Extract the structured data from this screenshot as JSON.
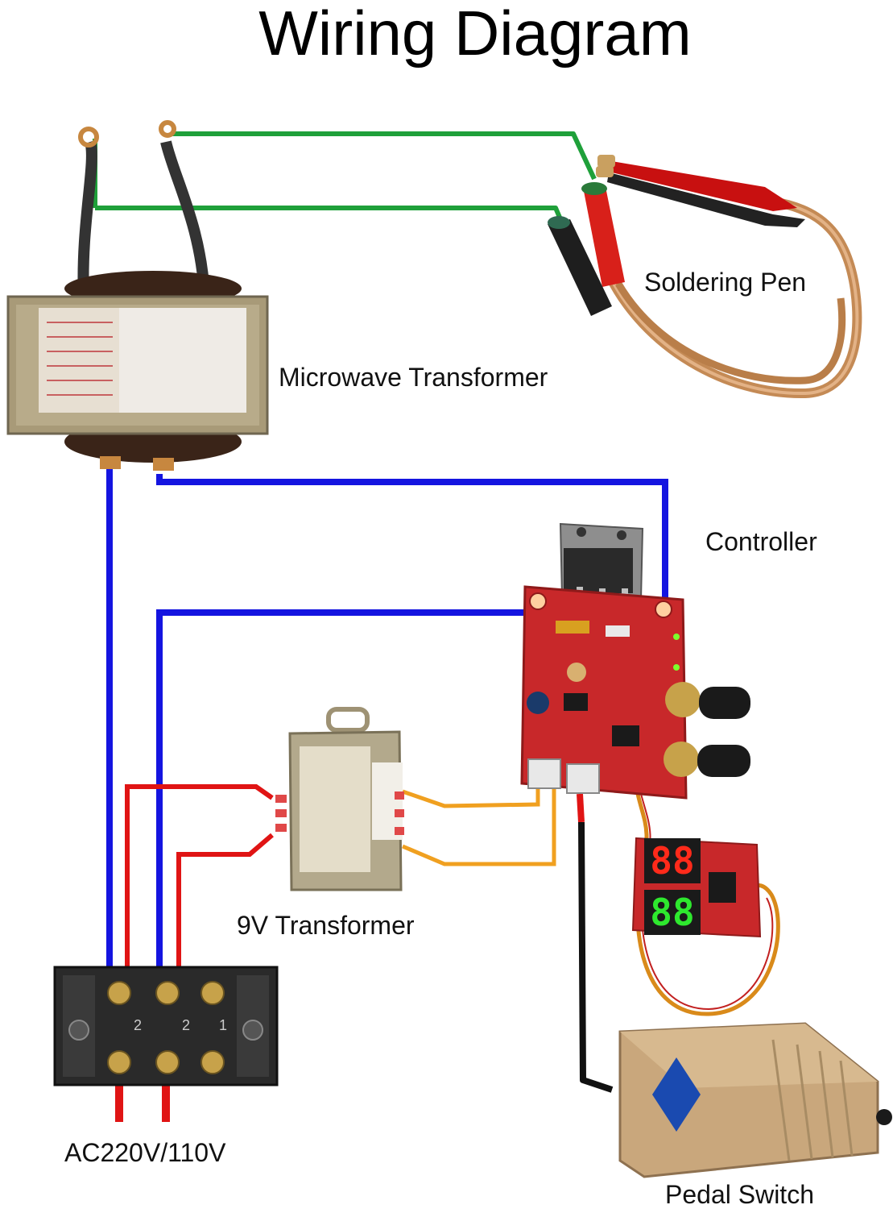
{
  "title": "Wiring Diagram",
  "components": {
    "soldering_pen": "Soldering Pen",
    "microwave_transformer": "Microwave Transformer",
    "controller": "Controller",
    "transformer_9v": "9V Transformer",
    "power_input": "AC220V/110V",
    "pedal_switch": "Pedal Switch"
  },
  "display_readout": {
    "top": "88",
    "bottom": "88"
  },
  "terminal_numbers": [
    "2",
    "2",
    "1"
  ],
  "colors": {
    "pen_wire": "#1fa03a",
    "primary_wire": "#1414e0",
    "mains_wire": "#e01414",
    "low_voltage_wire": "#f0a020",
    "pedal_wire": "#111111",
    "pcb": "#c8282a",
    "transformer_core": "#a89a78",
    "pedal_body": "#c9a77c",
    "display_red": "#ff2a1a",
    "display_green": "#2ee82e"
  }
}
